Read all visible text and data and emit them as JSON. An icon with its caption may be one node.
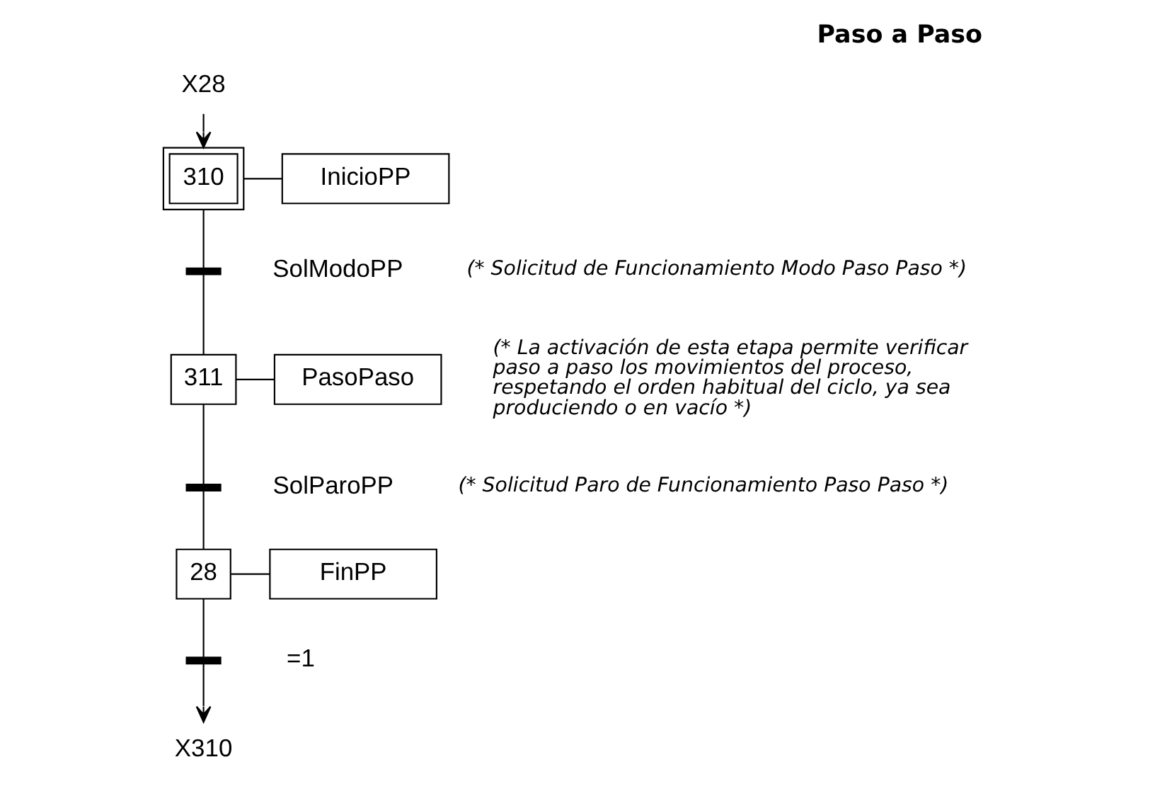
{
  "diagram": {
    "title": "Paso a Paso",
    "nodes": [
      {
        "text": [
          "X28"
        ]
      },
      {
        "text": [
          "310"
        ]
      },
      {
        "text": [
          "InicioPP"
        ]
      },
      {
        "text": [],
        "shape": "bar",
        "beside": [
          "SolModoPP"
        ]
      },
      {
        "text": [
          "311"
        ]
      },
      {
        "text": [
          "PasoPaso"
        ]
      },
      {
        "text": [],
        "shape": "bar",
        "beside": [
          "SolParoPP"
        ]
      },
      {
        "text": [
          "28"
        ]
      },
      {
        "text": [
          "FinPP"
        ]
      },
      {
        "text": [],
        "shape": "bar",
        "beside": [
          "=1"
        ]
      },
      {
        "text": [
          "X310"
        ]
      }
    ],
    "edges": [
      {
        "from": 0,
        "to": 1,
        "arrow": "to"
      },
      {
        "from": 1,
        "to": 2,
        "arrow": "none"
      },
      {
        "from": 1,
        "to": 3,
        "arrow": "none"
      },
      {
        "from": 3,
        "to": 4,
        "arrow": "none"
      },
      {
        "from": 4,
        "to": 5,
        "arrow": "none"
      },
      {
        "from": 4,
        "to": 6,
        "arrow": "none"
      },
      {
        "from": 6,
        "to": 7,
        "arrow": "none"
      },
      {
        "from": 7,
        "to": 8,
        "arrow": "none"
      },
      {
        "from": 7,
        "to": 9,
        "arrow": "none"
      },
      {
        "from": 9,
        "to": 10,
        "arrow": "to"
      }
    ],
    "labels": [
      "(* Solicitud de Funcionamiento Modo Paso Paso *)",
      "(* La activación de esta etapa permite verificar paso a paso los movimientos del proceso, respetando el orden habitual del ciclo, ya sea produciendo o en vacío *)",
      "(* Solicitud Paro de Funcionamiento Paso Paso *)"
    ]
  }
}
